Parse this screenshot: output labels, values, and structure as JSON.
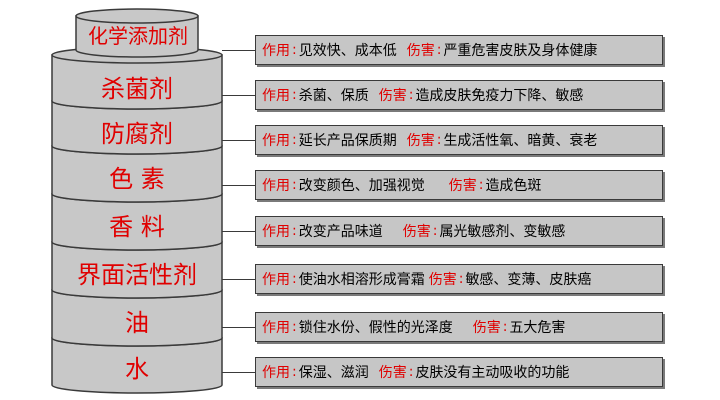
{
  "top": {
    "label": "化学添加剂"
  },
  "layers": [
    {
      "name": "杀菌剂"
    },
    {
      "name": "防腐剂"
    },
    {
      "name": "色  素"
    },
    {
      "name": "香  料"
    },
    {
      "name": "界面活性剂"
    },
    {
      "name": "油"
    },
    {
      "name": "水"
    }
  ],
  "boxes": [
    {
      "use_label": "作用",
      "use": "见效快、成本低",
      "harm_label": "伤害",
      "harm": "严重危害皮肤及身体健康"
    },
    {
      "use_label": "作用",
      "use": "杀菌、保质",
      "harm_label": "伤害",
      "harm": "造成皮肤免疫力下降、敏感"
    },
    {
      "use_label": "作用",
      "use": "延长产品保质期",
      "harm_label": "伤害",
      "harm": "生成活性氧、暗黄、衰老"
    },
    {
      "use_label": "作用",
      "use": "改变颜色、加强视觉",
      "harm_label": "伤害",
      "harm": "造成色斑"
    },
    {
      "use_label": "作用",
      "use": "改变产品味道",
      "harm_label": "伤害",
      "harm": "属光敏感剂、变敏感"
    },
    {
      "use_label": "作用",
      "use": "使油水相溶形成膏霜",
      "harm_label": "伤害",
      "harm": "敏感、变薄、皮肤癌"
    },
    {
      "use_label": "作用",
      "use": "锁住水份、假性的光泽度",
      "harm_label": "伤害",
      "harm": "五大危害"
    },
    {
      "use_label": "作用",
      "use": "保湿、滋润",
      "harm_label": "伤害",
      "harm": "皮肤没有主动吸收的功能"
    }
  ],
  "colors": {
    "accent": "#e00000",
    "cylinder_fill": "#c8c8c8",
    "outline": "#3a3a3a"
  }
}
